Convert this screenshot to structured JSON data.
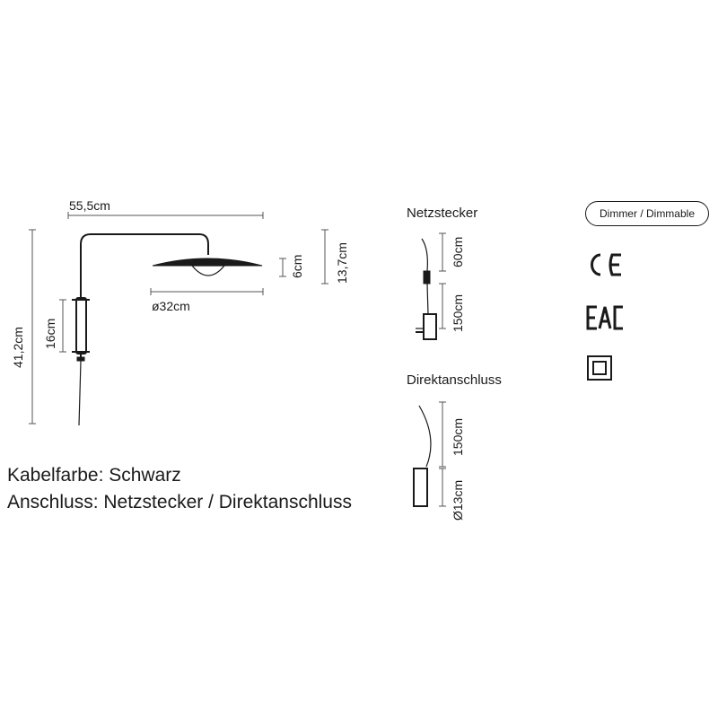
{
  "lamp_dimensions": {
    "width": "55,5cm",
    "total_height": "41,2cm",
    "bracket_height": "16cm",
    "shade_diameter": "ø32cm",
    "shade_height": "6cm",
    "arm_height": "13,7cm"
  },
  "plug_variant": {
    "title": "Netzstecker",
    "upper_cable": "60cm",
    "lower_cable": "150cm"
  },
  "direct_variant": {
    "title": "Direktanschluss",
    "cable": "150cm",
    "box_diameter": "Ø13cm"
  },
  "badges": {
    "dimmer": "Dimmer / Dimmable",
    "ce": "CE",
    "eac": "EAC",
    "class2": "class-ii-symbol"
  },
  "captions": {
    "cable_color": "Kabelfarbe: Schwarz",
    "connection": "Anschluss: Netzstecker / Direktanschluss"
  }
}
